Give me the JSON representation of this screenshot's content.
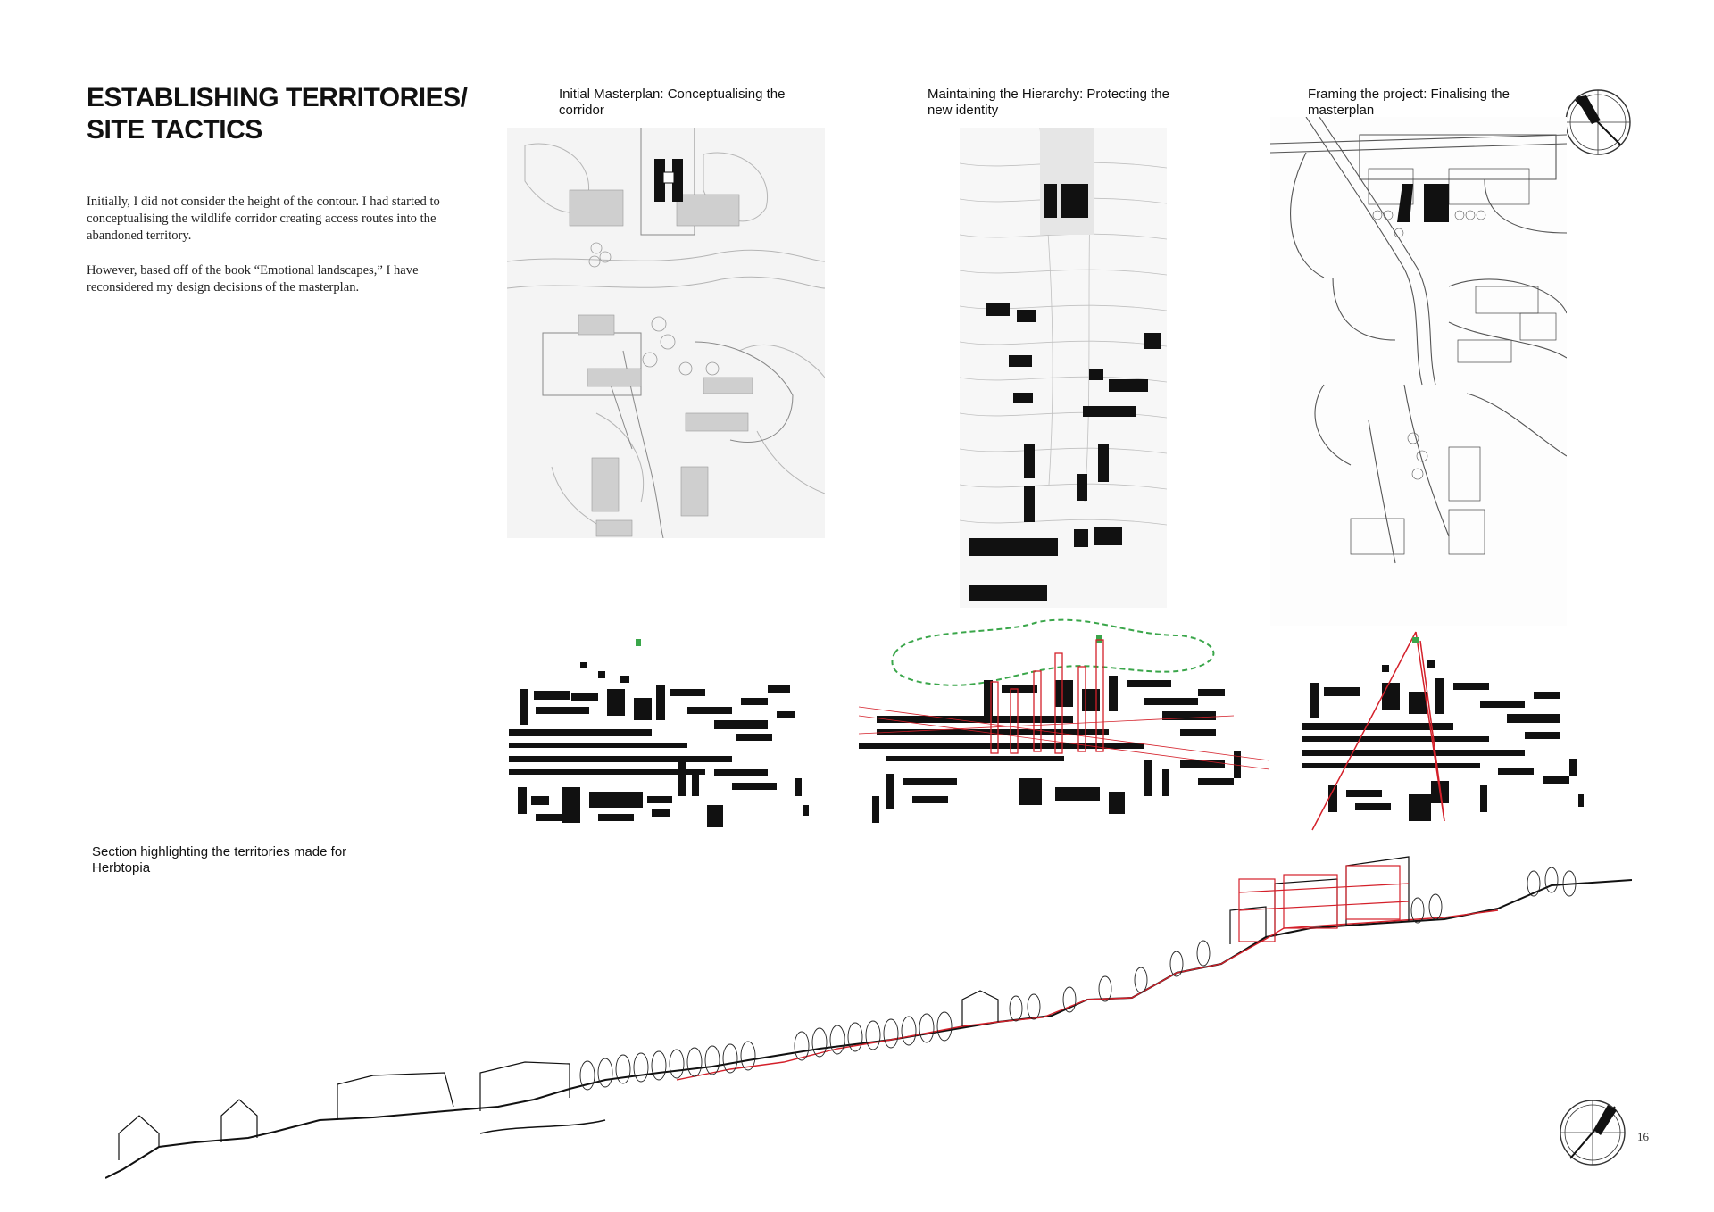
{
  "heading": {
    "line1": "ESTABLISHING TERRITORIES/",
    "line2": "SITE TACTICS"
  },
  "intro": {
    "paragraph1": "Initially, I did not consider the height of the contour. I had started to conceptualising the wildlife corridor creating access routes into the abandoned territory.",
    "paragraph2": "However, based off of the book “Emotional landscapes,” I have reconsidered my design decisions of the masterplan."
  },
  "captions": {
    "masterplan_1": "Initial Masterplan: Conceptualising the corridor",
    "masterplan_2": "Maintaining the Hierarchy: Protecting the new identity",
    "masterplan_3": "Framing the project: Finalising the masterplan",
    "section": "Section highlighting the territories made for Herbtopia"
  },
  "page_number": "16",
  "icons": {
    "north_arrow": "north-arrow-icon"
  },
  "colors": {
    "ink": "#111111",
    "accent_red": "#d4202a",
    "accent_green": "#3aa64a",
    "sketch_grey": "#9a9a9a"
  }
}
